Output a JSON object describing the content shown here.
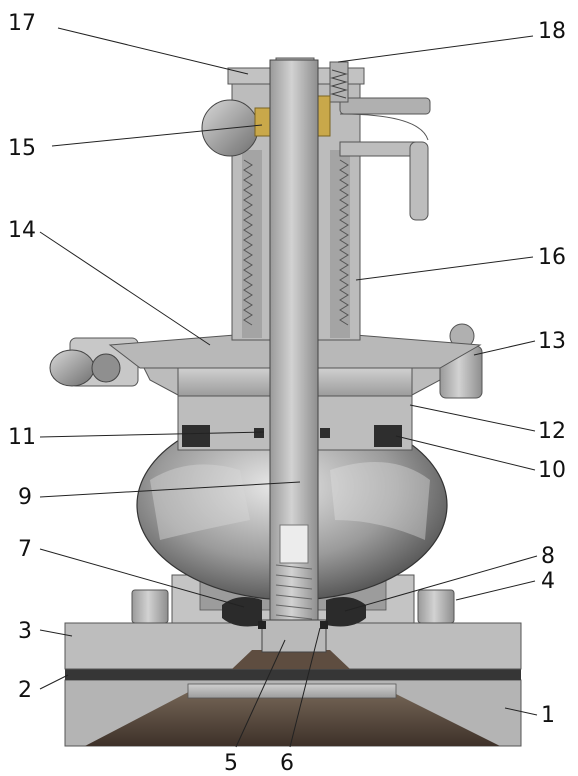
{
  "labels": {
    "l1": "1",
    "l2": "2",
    "l3": "3",
    "l4": "4",
    "l5": "5",
    "l6": "6",
    "l7": "7",
    "l8": "8",
    "l9": "9",
    "l10": "10",
    "l11": "11",
    "l12": "12",
    "l13": "13",
    "l14": "14",
    "l15": "15",
    "l16": "16",
    "l17": "17",
    "l18": "18"
  },
  "colors": {
    "steel_light": "#c9c9c9",
    "steel_mid": "#a7a7a7",
    "steel_dark": "#6f6f6f",
    "gasket": "#3a3a3a",
    "seal_dark": "#2b2b2b",
    "brass": "#c9a84a",
    "bore": "#5a4a3e"
  }
}
